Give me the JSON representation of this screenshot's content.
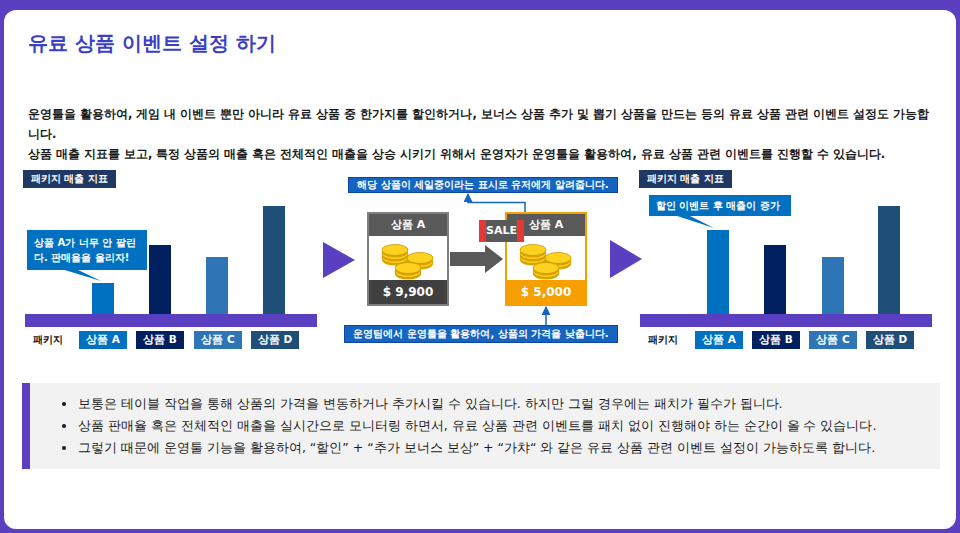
{
  "diagram": {
    "title": "유료 상품 이벤트 설정 하기",
    "nodes": [
      {
        "text": [
          "패키지 매출 지표"
        ]
      },
      {
        "text": [
          "상품 A가 너무 안 팔린다. 판매율을 올리자!"
        ]
      },
      {
        "text": [
          "상품 A"
        ]
      },
      {
        "text": [
          "상품 B"
        ]
      },
      {
        "text": [
          "상품 C"
        ]
      },
      {
        "text": [
          "상품 D"
        ]
      },
      {
        "text": [
          "해당 상품이 세일중이라는 표시로 유저에게 알려줍니다."
        ]
      },
      {
        "text": [
          "상품 A",
          "$ 9,900"
        ]
      },
      {
        "text": [
          "상품 A",
          "$ 5,000"
        ]
      },
      {
        "text": [
          "SALE"
        ],
        "in": 8
      },
      {
        "text": [
          "운영팀에서 운영툴을 활용하여, 상품의 가격을 낮춥니다."
        ]
      },
      {
        "text": [
          "패키지 매출 지표"
        ]
      },
      {
        "text": [
          "할인 이벤트 후 매출이 증가"
        ]
      },
      {
        "text": [
          "상품 A"
        ]
      },
      {
        "text": [
          "상품 B"
        ]
      },
      {
        "text": [
          "상품 C"
        ]
      },
      {
        "text": [
          "상품 D"
        ]
      },
      {
        "text": [
          "보통은 테이블 작업을 통해 상품의 가격을 변동하거나 추가시킬 수 있습니다. 하지만 그럴 경우에는 패치가 필수가 됩니다.",
          "상품 판매율 혹은 전체적인 매출을 실시간으로 모니터링 하면서, 유료 상품 관련 이벤트를 패치 없이 진행해야 하는 순간이 올 수 있습니다.",
          "그렇기 때문에 운영툴 기능을 활용하여, “할인” + “추가 보너스 보상” + “가챠“ 와 같은 유료 상품 관련 이벤트 설정이 가능하도록 합니다."
        ]
      }
    ],
    "edges": [
      {
        "from": 7,
        "to": 8,
        "arrow": "to"
      },
      {
        "from": 8,
        "to": 6,
        "arrow": "to"
      },
      {
        "from": 10,
        "to": 8,
        "arrow": "to"
      }
    ],
    "labels": [
      "운영툴을 활용하여, 게임 내 이벤트 뿐만 아니라 유료 상품 중 한가지를 할인하거나, 보너스 상품 추가 및 뽑기 상품을 만드는 등의 유료 상품 관련 이벤트 설정도 가능합니다.",
      "상품 매출 지표를 보고, 특정 상품의 매출 혹은 전체적인 매출을 상승 시키기 위해서 운영자가 운영툴을 활용하여, 유료 상품 관련 이벤트를 진행할 수 있습니다.",
      "패키지",
      "패키지"
    ]
  }
}
